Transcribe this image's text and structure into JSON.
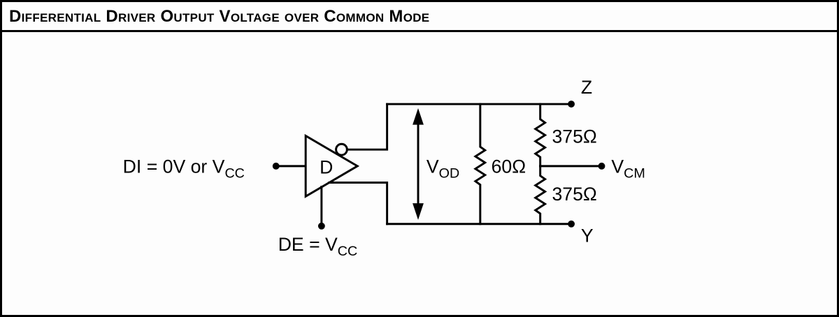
{
  "title": "Differential Driver Output Voltage over Common Mode",
  "colors": {
    "line": "#000000",
    "background": "#fdfdfd"
  },
  "diagram": {
    "input_label": {
      "main": "DI = 0V or V",
      "sub": "CC"
    },
    "driver_label": "D",
    "enable_label": {
      "main": "DE = V",
      "sub": "CC"
    },
    "vod_label": {
      "main": "V",
      "sub": "OD"
    },
    "vcm_label": {
      "main": "V",
      "sub": "CM"
    },
    "resistor_60": "60Ω",
    "resistor_375_top": "375Ω",
    "resistor_375_bottom": "375Ω",
    "terminal_top": "Z",
    "terminal_bottom": "Y"
  }
}
